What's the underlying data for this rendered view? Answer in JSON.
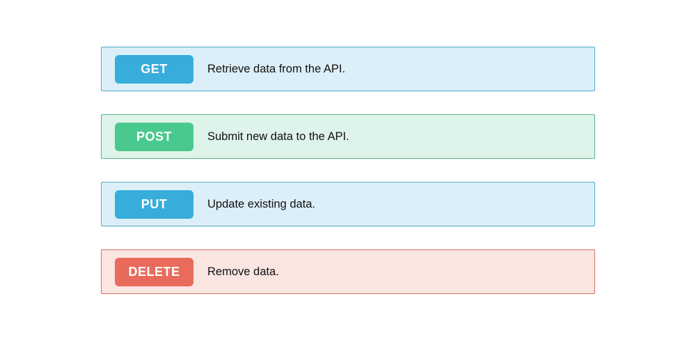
{
  "page": {
    "background": "#ffffff"
  },
  "methods": [
    {
      "label": "GET",
      "description": "Retrieve data from the API.",
      "badge_color": "#38ADDB",
      "card_bg": "#DCEFF8",
      "card_border": "#4FAACB"
    },
    {
      "label": "POST",
      "description": "Submit new data to the API.",
      "badge_color": "#4AC98E",
      "card_bg": "#DEF3E9",
      "card_border": "#58B388"
    },
    {
      "label": "PUT",
      "description": "Update existing data.",
      "badge_color": "#38ADDB",
      "card_bg": "#DCEFF8",
      "card_border": "#4FAACB"
    },
    {
      "label": "DELETE",
      "description": "Remove data.",
      "badge_color": "#E96B5B",
      "card_bg": "#FAE5E1",
      "card_border": "#D37060"
    }
  ]
}
